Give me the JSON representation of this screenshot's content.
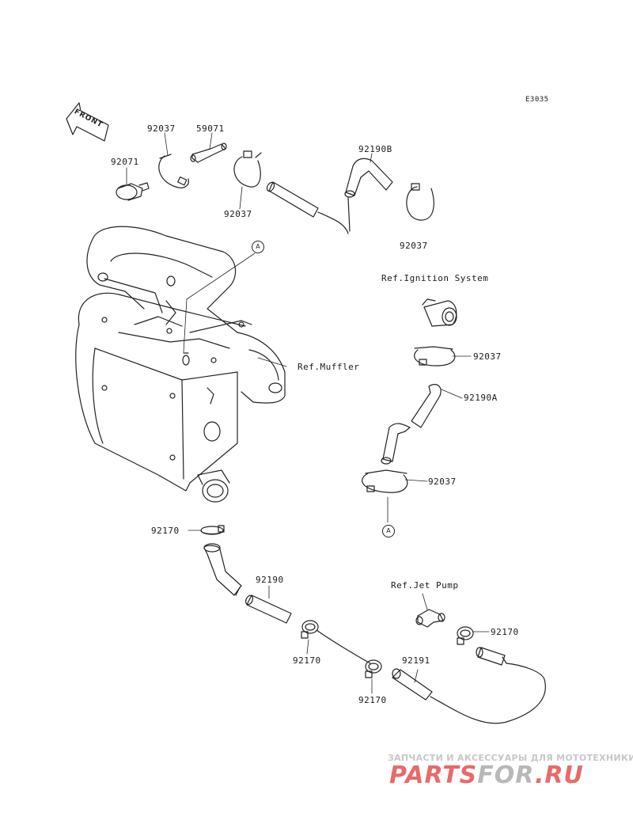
{
  "diagram": {
    "code": "E3035",
    "front_label": "FRONT",
    "callout_letter": "A",
    "references": {
      "ignition": "Ref.Ignition System",
      "muffler": "Ref.Muffler",
      "jet_pump": "Ref.Jet Pump"
    },
    "part_numbers": {
      "p92071": "92071",
      "p92037_a": "92037",
      "p59071": "59071",
      "p92037_b": "92037",
      "p92190B": "92190B",
      "p92037_c": "92037",
      "p92037_d": "92037",
      "p92190A": "92190A",
      "p92037_e": "92037",
      "p92170_a": "92170",
      "p92190": "92190",
      "p92170_b": "92170",
      "p92170_c": "92170",
      "p92191": "92191",
      "p92170_d": "92170"
    }
  },
  "watermark": {
    "caption": "ЗАПЧАСТИ И АКСЕССУАРЫ ДЛЯ МОТОТЕХНИКИ",
    "logo_part1": "PARTS",
    "logo_part2": "FOR",
    "logo_part3": ".RU",
    "colors": {
      "red": "#e86a6a",
      "gray": "#b8b8b8"
    }
  }
}
